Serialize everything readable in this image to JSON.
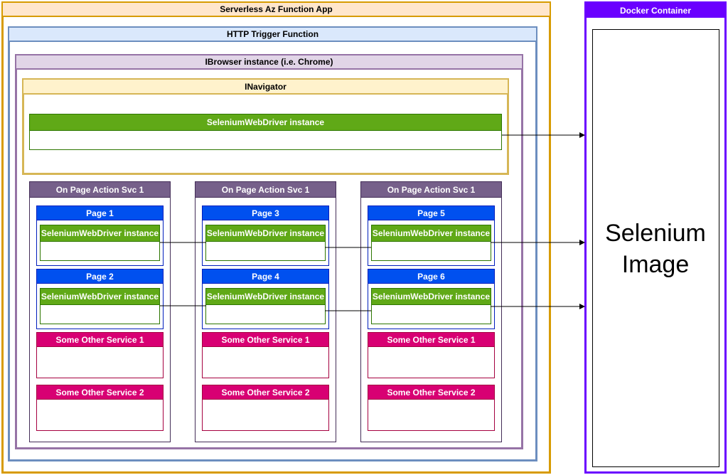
{
  "function_app": {
    "title": "Serverless Az Function App",
    "border": "#d79b00",
    "fill": "#ffe6cc"
  },
  "http_trigger": {
    "title": "HTTP Trigger Function",
    "border": "#6c8ebf",
    "fill": "#dae8fc"
  },
  "browser": {
    "title": "IBrowser instance (i.e. Chrome)",
    "border": "#9673a6",
    "fill": "#e1d5e7"
  },
  "navigator": {
    "title": "INavigator",
    "border": "#d6b656",
    "fill": "#fff2cc",
    "driver": {
      "title": "SeleniumWebDriver instance"
    }
  },
  "driver_color": {
    "border": "#2d7600",
    "fill": "#60a917"
  },
  "page_color": {
    "border": "#001dbc",
    "fill": "#0050ef"
  },
  "other_color": {
    "border": "#a50040",
    "fill": "#d80073"
  },
  "svc_color": {
    "border": "#432d57",
    "fill": "#76608a"
  },
  "docker": {
    "title": "Docker Container",
    "border": "#3700cc",
    "fill": "#6a00ff",
    "label": "Selenium Image"
  },
  "services": [
    {
      "title": "On Page Action Svc 1",
      "pages": [
        {
          "title": "Page 1",
          "driver": "SeleniumWebDriver instance"
        },
        {
          "title": "Page 2",
          "driver": "SeleniumWebDriver instance"
        }
      ],
      "others": [
        "Some Other Service 1",
        "Some Other Service 2"
      ]
    },
    {
      "title": "On Page Action Svc 1",
      "pages": [
        {
          "title": "Page 3",
          "driver": "SeleniumWebDriver instance"
        },
        {
          "title": "Page 4",
          "driver": "SeleniumWebDriver instance"
        }
      ],
      "others": [
        "Some Other Service 1",
        "Some Other Service 2"
      ]
    },
    {
      "title": "On Page Action Svc 1",
      "pages": [
        {
          "title": "Page 5",
          "driver": "SeleniumWebDriver instance"
        },
        {
          "title": "Page 6",
          "driver": "SeleniumWebDriver instance"
        }
      ],
      "others": [
        "Some Other Service 1",
        "Some Other Service 2"
      ]
    }
  ]
}
